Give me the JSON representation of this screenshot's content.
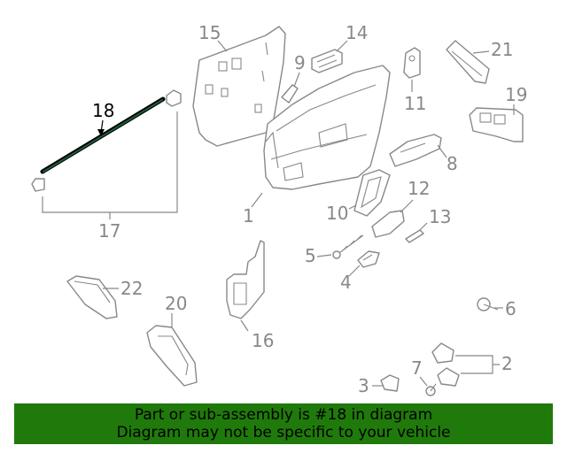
{
  "labels": {
    "l1": "1",
    "l2": "2",
    "l3": "3",
    "l4": "4",
    "l5": "5",
    "l6": "6",
    "l7": "7",
    "l8": "8",
    "l9": "9",
    "l10": "10",
    "l11": "11",
    "l12": "12",
    "l13": "13",
    "l14": "14",
    "l15": "15",
    "l16": "16",
    "l17": "17",
    "l18": "18",
    "l19": "19",
    "l20": "20",
    "l21": "21",
    "l22": "22"
  },
  "highlight_part": "18",
  "colors": {
    "banner": "#207a0b",
    "parts": "#888888",
    "highlight": "#000000"
  },
  "banner": {
    "line1": "Part or sub-assembly is #18 in diagram",
    "line2": "Diagram may not be specific to your vehicle"
  }
}
